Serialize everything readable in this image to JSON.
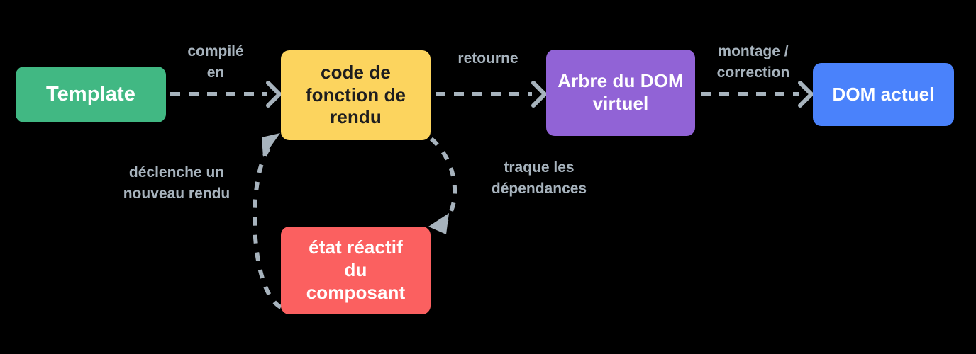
{
  "diagram": {
    "title": "Vue rendering pipeline (French)",
    "background": "#000000",
    "nodes": [
      {
        "id": "template",
        "label": "Template",
        "color": "#41b883",
        "text_color": "#ffffff"
      },
      {
        "id": "render-function",
        "label": "code de\nfonction de\nrendu",
        "color": "#fcd45e",
        "text_color": "#1d1d1f"
      },
      {
        "id": "virtual-dom",
        "label": "Arbre du DOM\nvirtuel",
        "color": "#9163d6",
        "text_color": "#ffffff"
      },
      {
        "id": "actual-dom",
        "label": "DOM actuel",
        "color": "#4a82fb",
        "text_color": "#ffffff"
      },
      {
        "id": "reactive-state",
        "label": "état réactif\ndu\ncomposant",
        "color": "#fb6060",
        "text_color": "#ffffff"
      }
    ],
    "edges": [
      {
        "id": "compile",
        "label": "compilé\nen",
        "from": "template",
        "to": "render-function",
        "style": "dashed"
      },
      {
        "id": "returns",
        "label": "retourne",
        "from": "render-function",
        "to": "virtual-dom",
        "style": "dashed"
      },
      {
        "id": "patch",
        "label": "montage /\ncorrection",
        "from": "virtual-dom",
        "to": "actual-dom",
        "style": "dashed"
      },
      {
        "id": "track",
        "label": "traque les\ndépendances",
        "from": "render-function",
        "to": "reactive-state",
        "style": "dashed-curve"
      },
      {
        "id": "retrigger",
        "label": "déclenche un\nnouveau rendu",
        "from": "reactive-state",
        "to": "render-function",
        "style": "dashed-curve"
      }
    ],
    "edge_color": "#a7b3bd"
  }
}
